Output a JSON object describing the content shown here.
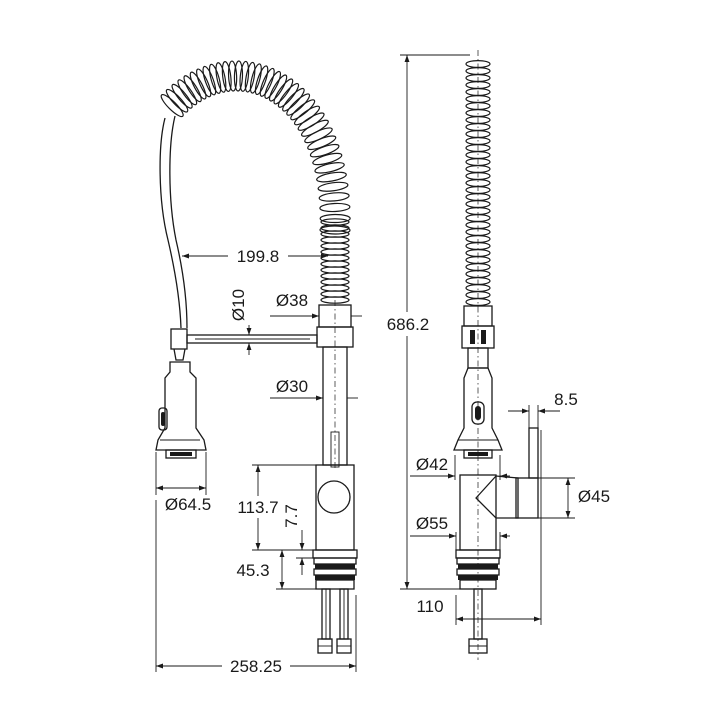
{
  "dimensions": {
    "hose_reach": "199.8",
    "hose_dia": "Ø10",
    "spout_top_dia": "Ø38",
    "spout_dia": "Ø30",
    "spray_head_dia": "Ø64.5",
    "body_height": "113.7",
    "base_gap": "7.7",
    "base_height": "45.3",
    "overall_width": "258.25",
    "overall_height": "686.2",
    "lever_width": "8.5",
    "collar_dia": "Ø42",
    "body_dia": "Ø45",
    "base_dia": "Ø55",
    "side_depth": "110"
  }
}
